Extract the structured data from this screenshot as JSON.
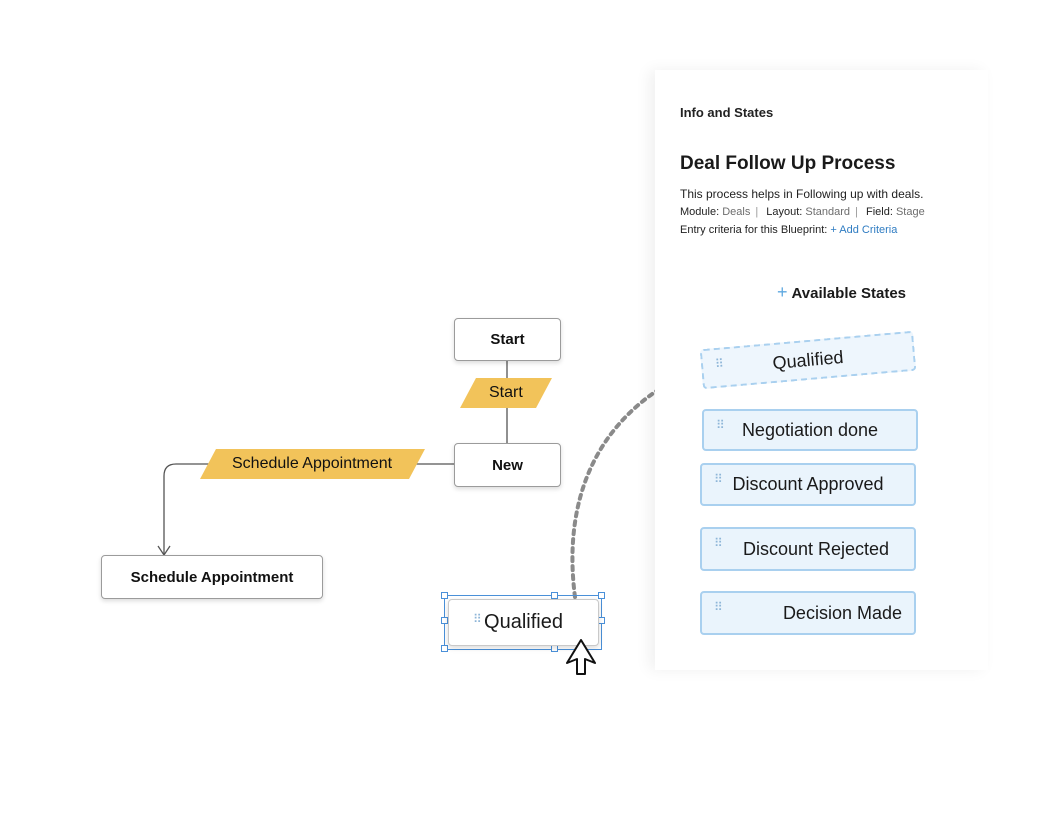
{
  "panel": {
    "heading": "Info and States",
    "title": "Deal Follow Up Process",
    "description": "This process helps in Following up with deals.",
    "meta": {
      "module_label": "Module:",
      "module_value": "Deals",
      "layout_label": "Layout:",
      "layout_value": "Standard",
      "field_label": "Field:",
      "field_value": "Stage"
    },
    "entry_label": "Entry criteria for this Blueprint:",
    "add_criteria": "+ Add Criteria",
    "available_plus": "+",
    "available_label": "Available States",
    "states": [
      "Qualified",
      "Negotiation done",
      "Discount Approved",
      "Discount Rejected",
      "Decision Made"
    ]
  },
  "flow": {
    "start_node": "Start",
    "start_transition": "Start",
    "new_node": "New",
    "schedule_transition": "Schedule Appointment",
    "schedule_node": "Schedule Appointment",
    "dragged_state": "Qualified"
  },
  "colors": {
    "accent": "#4a90d9",
    "transition": "#f2c35a",
    "state_bg": "#eaf4fc",
    "state_border": "#a9d0ef"
  },
  "icons": {
    "grip": "drag-handle-icon",
    "cursor": "move-cursor-icon"
  }
}
